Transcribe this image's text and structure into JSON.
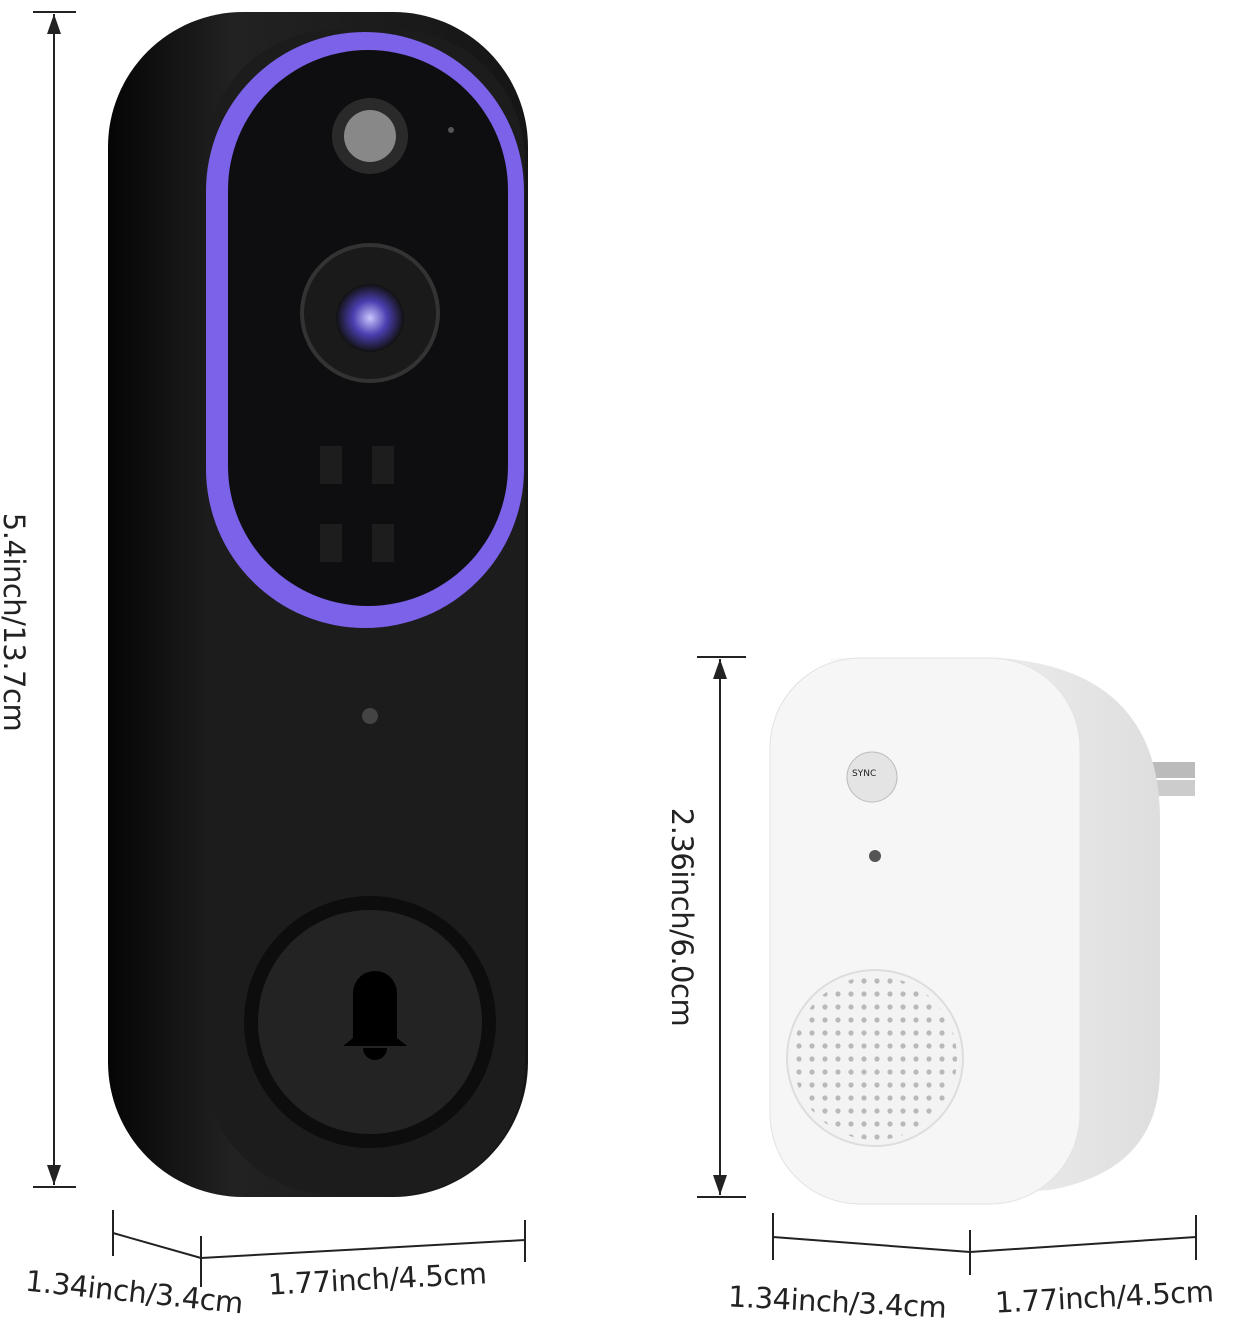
{
  "doorbell": {
    "height_label": "5.4inch/13.7cm",
    "depth_label": "1.34inch/3.4cm",
    "width_label": "1.77inch/4.5cm"
  },
  "chime": {
    "button_label": "SYNC",
    "height_label": "2.36inch/6.0cm",
    "depth_label": "1.34inch/3.4cm",
    "width_label": "1.77inch/4.5cm"
  },
  "colors": {
    "ring": "#7b62e8",
    "body": "#1a1a1a",
    "chime": "#f2f2f2"
  }
}
